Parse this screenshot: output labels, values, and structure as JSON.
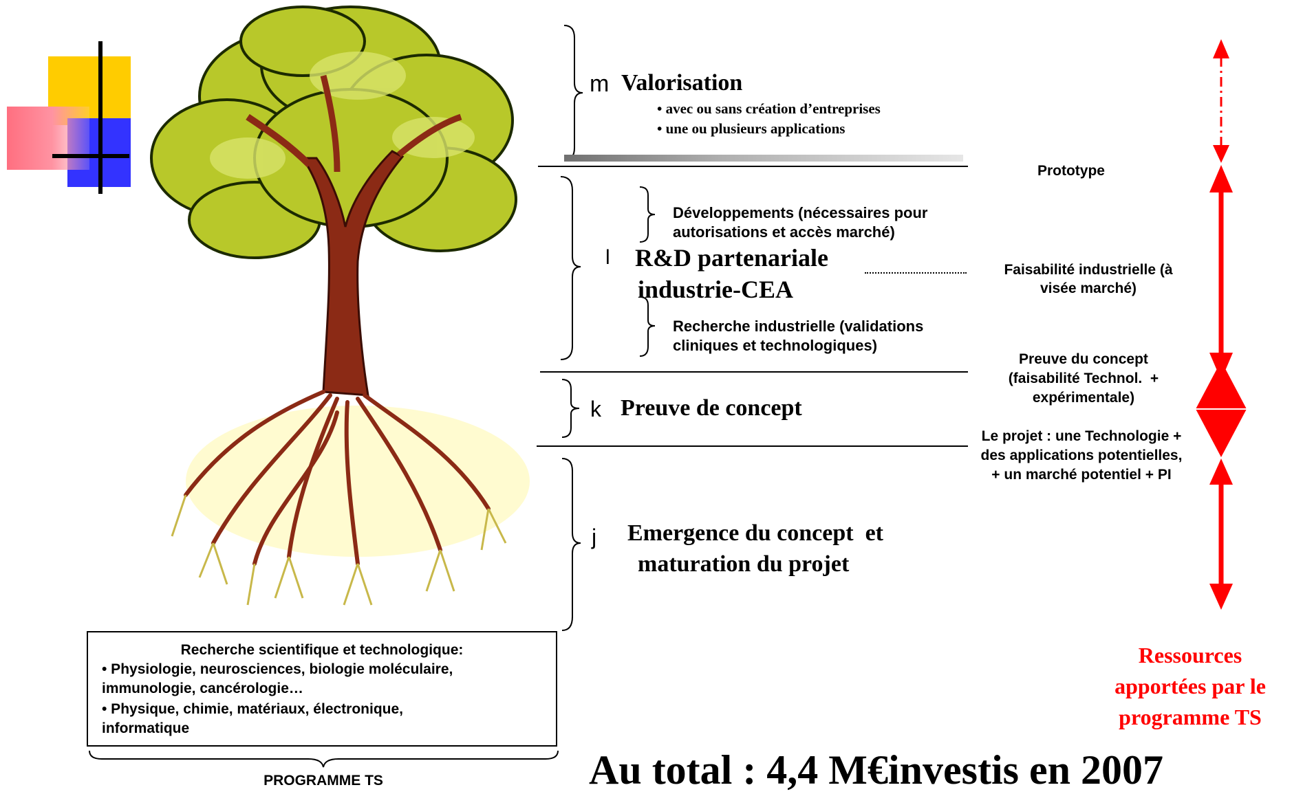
{
  "stages": {
    "m": {
      "marker": "m",
      "title": "Valorisation",
      "bullets": [
        "• avec ou sans création d’entreprises",
        "• une ou plusieurs applications"
      ]
    },
    "l": {
      "marker": "l",
      "title_line1": "R&D partenariale",
      "title_line2": "industrie-CEA",
      "upper_line1": "Développements (nécessaires pour",
      "upper_line2": "autorisations et accès marché)",
      "lower_line1": "Recherche industrielle (validations",
      "lower_line2": "cliniques et technologiques)"
    },
    "k": {
      "marker": "k",
      "title": "Preuve de concept"
    },
    "j": {
      "marker": "j",
      "title_line1": "Emergence du concept  et",
      "title_line2": "maturation du projet"
    }
  },
  "milestones": {
    "prototype": "Prototype",
    "faisabilite_line1": "Faisabilité industrielle (à",
    "faisabilite_line2": "visée marché)",
    "preuve_line1": "Preuve du concept",
    "preuve_line2": "(faisabilité Technol.  +",
    "preuve_line3": "expérimentale)",
    "projet_line1": "Le projet : une Technologie +",
    "projet_line2": "des applications potentielles,",
    "projet_line3": "+ un marché potentiel + PI"
  },
  "research_box": {
    "heading": "Recherche scientifique et technologique:",
    "line1": "• Physiologie, neurosciences, biologie moléculaire,",
    "line2": "immunologie, cancérologie…",
    "line3": "• Physique, chimie, matériaux, électronique,",
    "line4": "informatique"
  },
  "programme_label": "PROGRAMME TS",
  "resources": {
    "line1": "Ressources",
    "line2": "apportées par le",
    "line3": "programme TS"
  },
  "total": "Au total : 4,4 M€investis en 2007",
  "colors": {
    "accent_red": "#ff0000",
    "yellow": "#ffcc00",
    "blue": "#3333ff",
    "pink": "#ff6688"
  }
}
